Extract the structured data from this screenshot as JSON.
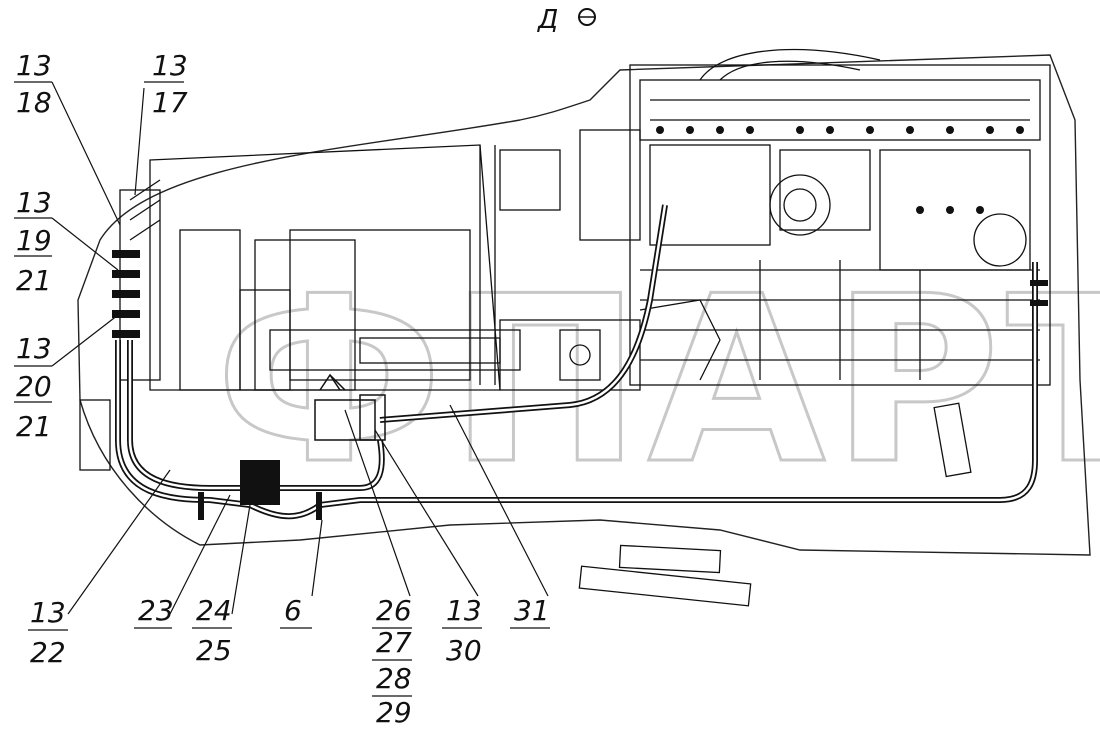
{
  "view_label": "Д",
  "watermark": "ФПАРТ",
  "callouts": [
    {
      "id": "c13-18",
      "lines": [
        "13",
        "18"
      ]
    },
    {
      "id": "c13-17",
      "lines": [
        "13",
        "17"
      ]
    },
    {
      "id": "c13-19-21",
      "lines": [
        "13",
        "19",
        "21"
      ]
    },
    {
      "id": "c13-20-21",
      "lines": [
        "13",
        "20",
        "21"
      ]
    },
    {
      "id": "c13-22",
      "lines": [
        "13",
        "22"
      ]
    },
    {
      "id": "c23",
      "lines": [
        "23"
      ]
    },
    {
      "id": "c24-25",
      "lines": [
        "24",
        "25"
      ]
    },
    {
      "id": "c6",
      "lines": [
        "6"
      ]
    },
    {
      "id": "c26-29",
      "lines": [
        "26",
        "27",
        "28",
        "29"
      ]
    },
    {
      "id": "c13-30",
      "lines": [
        "13",
        "30"
      ]
    },
    {
      "id": "c31",
      "lines": [
        "31"
      ]
    }
  ]
}
